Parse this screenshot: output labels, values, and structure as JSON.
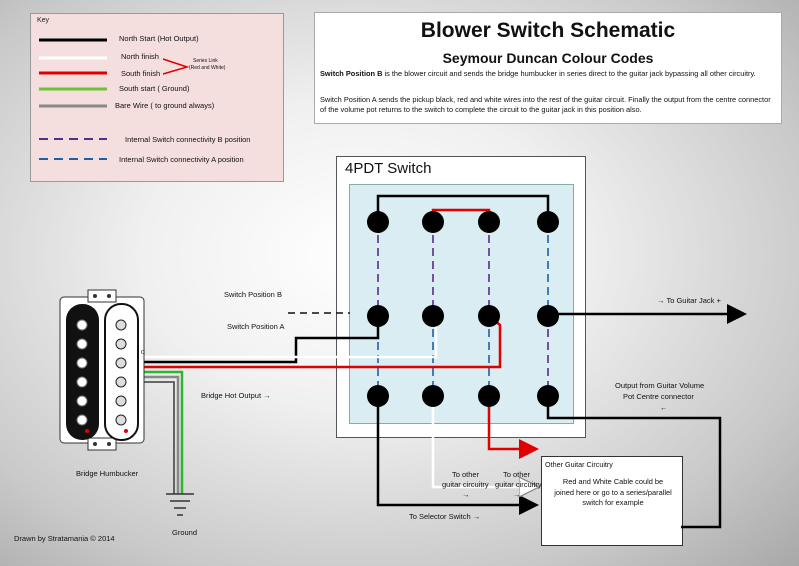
{
  "key": {
    "heading": "Key",
    "north_start": "North Start (Hot Output)",
    "north_finish": "North finish",
    "south_finish": "South finish",
    "series_link": "Series Link",
    "series_link_sub": "(Red and White)",
    "south_start": "South start ( Ground)",
    "bare_wire": "Bare Wire (  to ground always)",
    "internal_b": "Internal Switch connectivity B position",
    "internal_a": "Internal Switch connectivity A position"
  },
  "header": {
    "title": "Blower Switch Schematic",
    "subtitle": "Seymour Duncan Colour Codes",
    "desc_b_bold": "Switch Position B",
    "desc_b": " is the blower circuit and sends the bridge humbucker in series direct to the guitar jack bypassing all other circuitry.",
    "desc_a": "Switch Position A sends the pickup black, red and white wires into the rest of the guitar circuit. Finally the output from the centre connector of the volume pot returns to the switch to complete the circuit to the guitar jack in this position also."
  },
  "switch": {
    "title": "4PDT Switch"
  },
  "labels": {
    "switch_pos_b": "Switch Position B",
    "switch_pos_a": "Switch Position A",
    "to_guitar_jack": "→ To Guitar Jack +",
    "bridge_hot": "Bridge Hot Output →",
    "output_volume_1": "Output from Guitar Volume",
    "output_volume_2": "Pot Centre connector",
    "output_volume_arrow": "←",
    "to_other_1a": "To other",
    "to_other_1b": "guitar circuitry",
    "to_other_1c": "→",
    "to_other_2a": "To other",
    "to_other_2b": "guitar circuitry",
    "to_other_2c": "→",
    "to_selector": "To Selector Switch →",
    "bridge_humbucker": "Bridge Humbucker",
    "ground": "Ground",
    "drawn_by": "Drawn by Stratamania © 2014",
    "wire_c": "C"
  },
  "other_box": {
    "title": "Other Guitar Circuitry",
    "body": "Red and White Cable could be joined here or go to a series/parallel switch for example"
  },
  "colors": {
    "north_start": "#000000",
    "north_finish": "#ffffff",
    "south_finish": "#e00000",
    "south_start": "#2db52d",
    "bare": "#888888",
    "internal_b": "#5a2a8c",
    "internal_a": "#1f5fa8",
    "switch_panel": "#d9edf3"
  }
}
